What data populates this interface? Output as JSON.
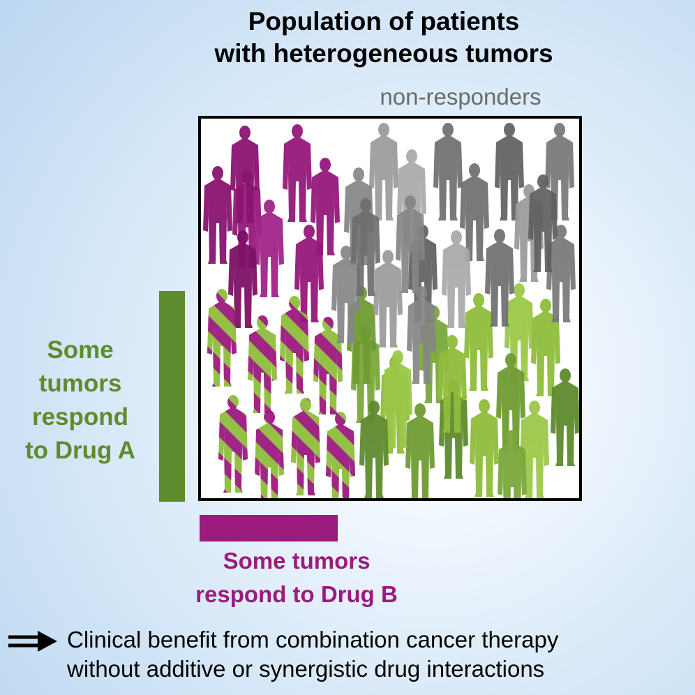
{
  "title": {
    "line1": "Population of patients",
    "line2": "with heterogeneous tumors"
  },
  "non_responders_label": "non-responders",
  "drug_a": {
    "label_lines": [
      "Some",
      "tumors",
      "respond",
      "to Drug A"
    ],
    "color": "#5e8b2d"
  },
  "drug_b": {
    "label_lines": [
      "Some tumors",
      "respond to Drug B"
    ],
    "color": "#9b1a7e"
  },
  "conclusion": {
    "arrow_icon": "double-arrow-icon",
    "line1": "Clinical benefit from combination cancer therapy",
    "line2": "without additive or synergistic drug interactions"
  },
  "people": {
    "drug_b_responders": 10,
    "drug_a_and_b_responders": 8,
    "drug_a_responders": 17,
    "non_responders": 18
  },
  "colors": {
    "magenta": "#9b1a7e",
    "green_dark": "#5e8b2d",
    "green_light": "#8fbd3c",
    "gray": "#7b7b7b"
  }
}
